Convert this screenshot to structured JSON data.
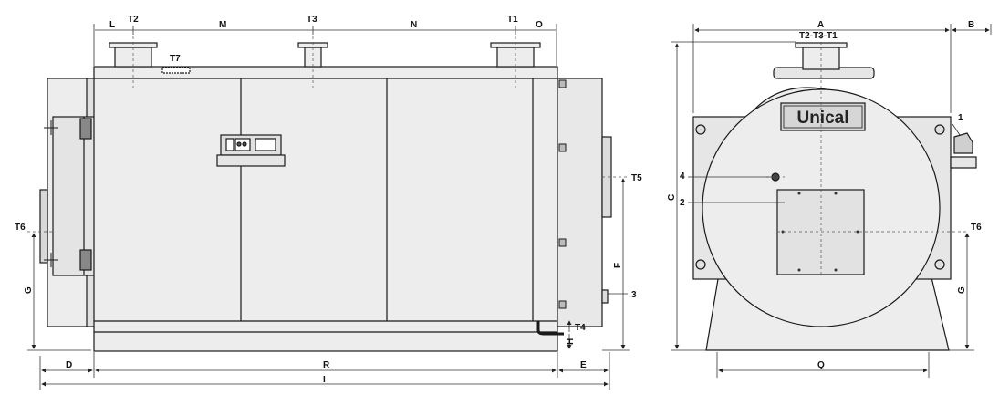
{
  "labels": {
    "L": "L",
    "T2": "T2",
    "M": "M",
    "T3": "T3",
    "N": "N",
    "T1": "T1",
    "O": "O",
    "T7": "T7",
    "T5": "T5",
    "T6": "T6",
    "G": "G",
    "F": "F",
    "three": "3",
    "T4": "T4",
    "H": "H",
    "D": "D",
    "R": "R",
    "E": "E",
    "I": "I",
    "A": "A",
    "B": "B",
    "T2T3T1": "T2-T3-T1",
    "C": "C",
    "one": "1",
    "four": "4",
    "two": "2",
    "Q": "Q",
    "T6r": "T6",
    "Gr": "G"
  },
  "brand": "Unical",
  "colors": {
    "body": "#ededed",
    "panel": "#e4e4e4",
    "stroke": "#1a1a1a",
    "dim": "#333333"
  }
}
